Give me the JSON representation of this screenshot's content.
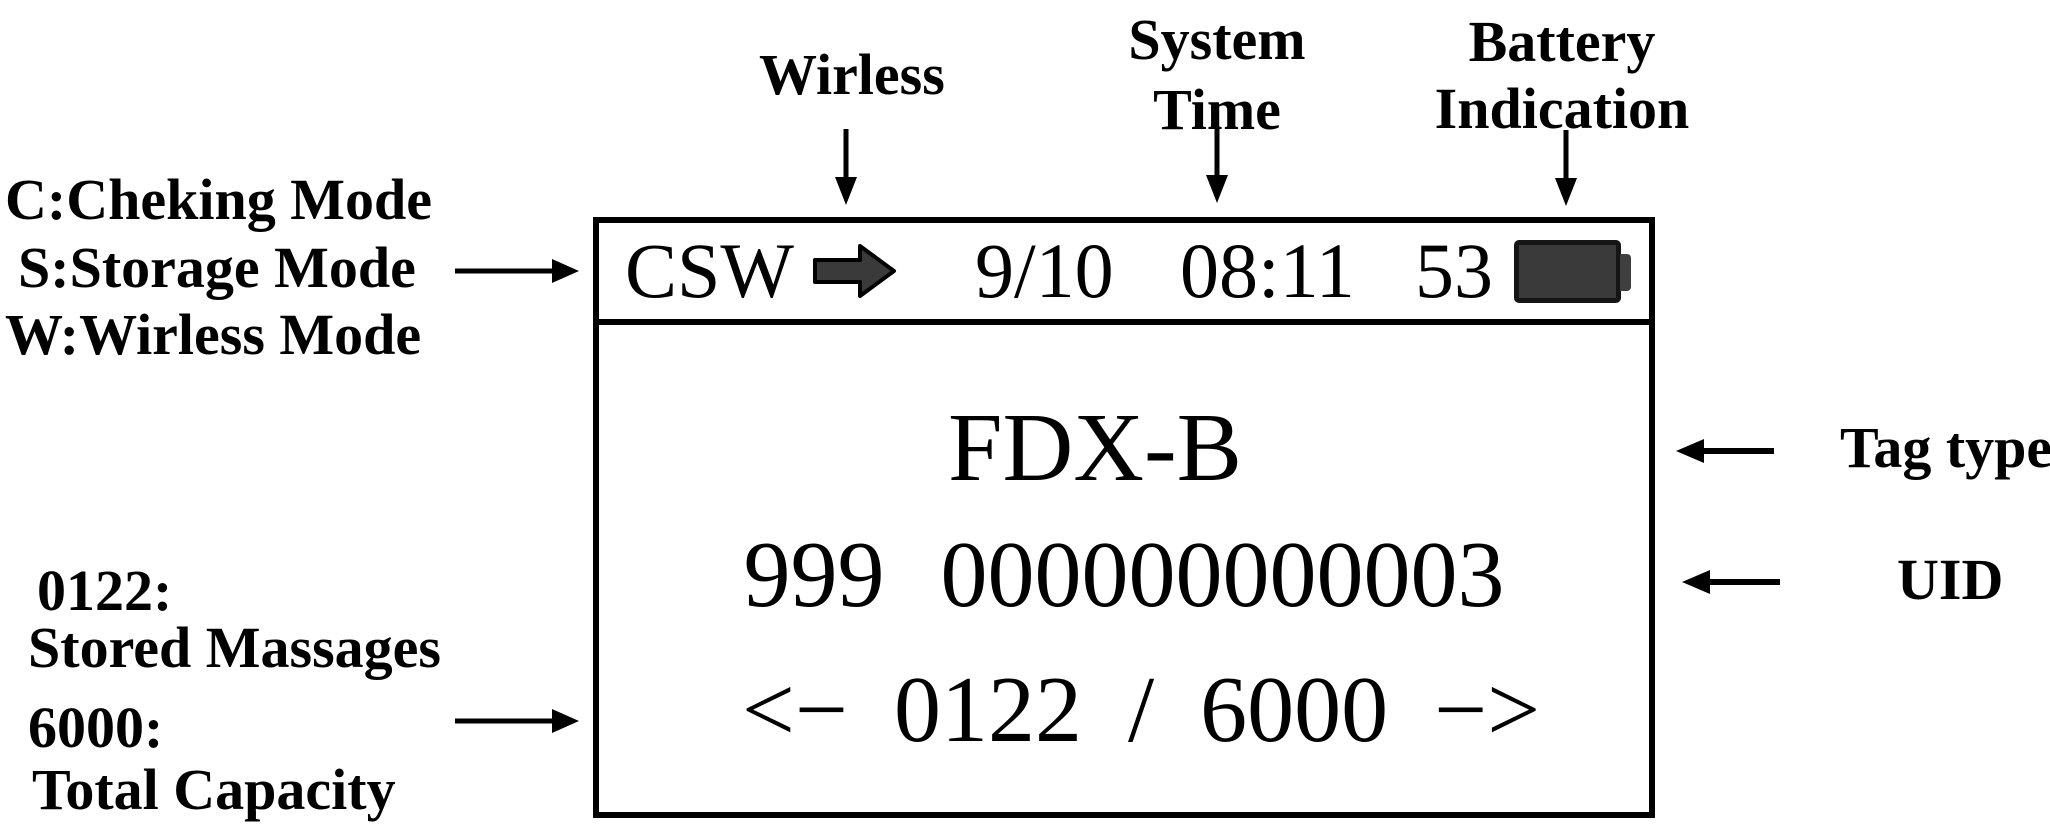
{
  "annotations": {
    "wireless_label": "Wirless",
    "system_time": {
      "line1": "System",
      "line2": "Time"
    },
    "battery_indication": {
      "line1": "Battery",
      "line2": "Indication"
    },
    "modes": {
      "line1": "C:Cheking Mode",
      "line2": "S:Storage Mode",
      "line3": "W:Wirless Mode"
    },
    "stored_messages": {
      "value_line": "0122:",
      "label_line": "Stored Massages"
    },
    "total_capacity": {
      "value_line": "6000:",
      "label_line": "Total Capacity"
    },
    "tag_type_label": "Tag type",
    "uid_label": "UID"
  },
  "display": {
    "status_bar": {
      "mode_flags": "CSW",
      "date": "9/10",
      "time": "08:11",
      "battery_percent": "53"
    },
    "tag_type": "FDX-B",
    "uid": {
      "prefix": "999",
      "number": "000000000003"
    },
    "pager": {
      "nav_left": "<−",
      "current": "0122",
      "separator": "/",
      "total": "6000",
      "nav_right": "−>"
    }
  },
  "colors": {
    "icon_fill": "#3a3a3a",
    "ink": "#000000"
  }
}
